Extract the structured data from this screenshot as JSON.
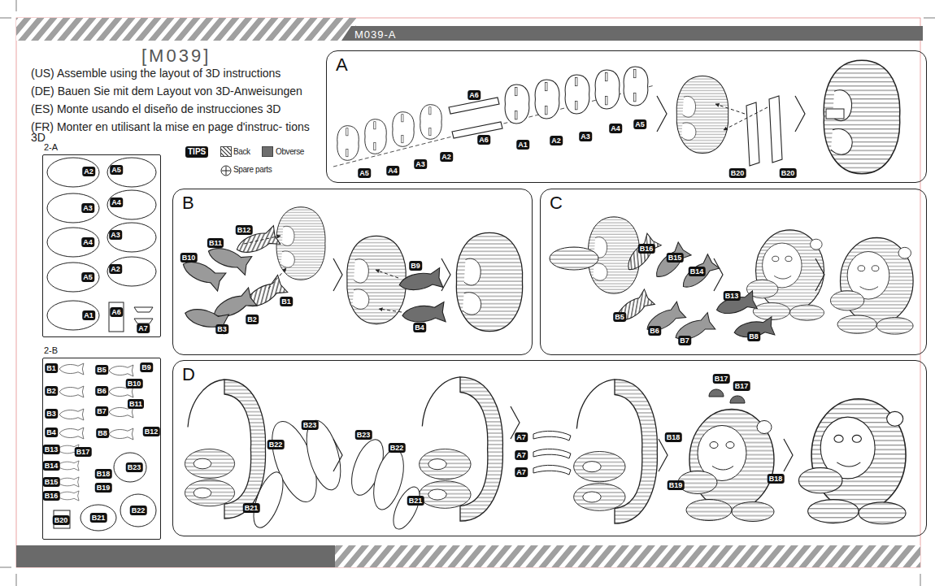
{
  "diagram": {
    "title": "[M039]",
    "nodes": [
      {
        "text": [
          "A"
        ]
      },
      {
        "text": [
          "B"
        ]
      },
      {
        "text": [
          "C"
        ]
      },
      {
        "text": [
          "D"
        ]
      },
      {
        "text": [
          "2-A"
        ]
      },
      {
        "text": [
          "2-B"
        ]
      }
    ],
    "labels": [
      "M039-A",
      "(US) Assemble using the layout of 3D instructions",
      "(DE) Bauen Sie mit dem Layout von 3D-Anweisungen",
      "(ES) Monte usando el diseño de instrucciones 3D",
      "(FR) Monter en utilisant la mise en page d'instruc- tions 3D",
      "TIPS",
      "A6",
      "A6",
      "A5",
      "A4",
      "A3",
      "A2",
      "A1",
      "A2",
      "A3",
      "A4",
      "A5",
      "B20",
      "B20",
      "B12",
      "B11",
      "B10",
      "B1",
      "B2",
      "B3",
      "B9",
      "B4",
      "B16",
      "B15",
      "B14",
      "B5",
      "B6",
      "B7",
      "B13",
      "B8",
      "B23",
      "B22",
      "B21",
      "B23",
      "B22",
      "B21",
      "A7",
      "A7",
      "A7",
      "B17",
      "B17",
      "B18",
      "B19",
      "B18",
      "A2",
      "A5",
      "A3",
      "A4",
      "A4",
      "A3",
      "A2",
      "A5",
      "A1",
      "A6",
      "A7",
      "B1",
      "B5",
      "B9",
      "B10",
      "B2",
      "B6",
      "B11",
      "B3",
      "B7",
      "B4",
      "B8",
      "B12",
      "B13",
      "B17",
      "B14",
      "B18",
      "B15",
      "B19",
      "B16",
      "B23",
      "B20",
      "B21",
      "B22"
    ],
    "legend": [
      {
        "text": "Back"
      },
      {
        "text": "Obverse",
        "color": "#6e6e6e"
      },
      {
        "text": "Spare parts"
      }
    ]
  }
}
